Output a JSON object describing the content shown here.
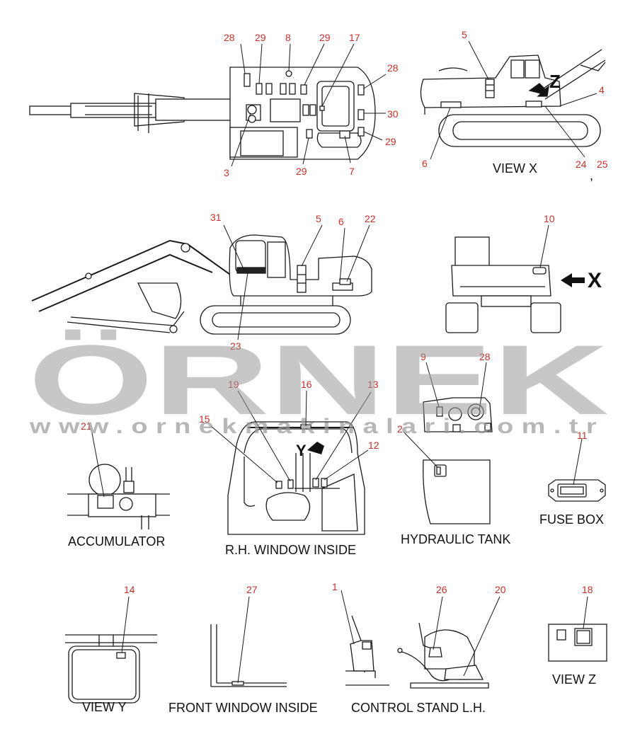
{
  "watermark": {
    "brand": "ÖRNEK",
    "url": "www.ornekmakinalari.com.tr"
  },
  "views": {
    "top": {
      "callouts": [
        "28",
        "29",
        "8",
        "29",
        "17",
        "28",
        "30",
        "29",
        "7",
        "29",
        "3"
      ]
    },
    "view_x": {
      "caption": "VIEW X",
      "letter": "Z",
      "callouts": [
        "5",
        "4",
        "6",
        "24",
        "25"
      ],
      "comma": ","
    },
    "side": {
      "callouts": [
        "31",
        "5",
        "6",
        "22",
        "23"
      ]
    },
    "rear": {
      "letter": "X",
      "callouts": [
        "10"
      ]
    },
    "engine": {
      "callouts": [
        "9",
        "28"
      ]
    },
    "accumulator": {
      "caption": "ACCUMULATOR",
      "callouts": [
        "21"
      ]
    },
    "rh_window": {
      "caption": "R.H. WINDOW INSIDE",
      "letter": "Y",
      "callouts": [
        "19",
        "16",
        "13",
        "15",
        "12"
      ]
    },
    "hydraulic_tank": {
      "caption": "HYDRAULIC TANK",
      "callouts": [
        "2"
      ]
    },
    "fuse_box": {
      "caption": "FUSE BOX",
      "callouts": [
        "11"
      ]
    },
    "view_y": {
      "caption": "VIEW Y",
      "callouts": [
        "14"
      ]
    },
    "front_window": {
      "caption": "FRONT WINDOW INSIDE",
      "callouts": [
        "27"
      ]
    },
    "control_stand": {
      "caption": "CONTROL STAND L.H.",
      "callouts": [
        "1",
        "26",
        "20"
      ]
    },
    "view_z": {
      "caption": "VIEW Z",
      "callouts": [
        "18"
      ]
    }
  }
}
